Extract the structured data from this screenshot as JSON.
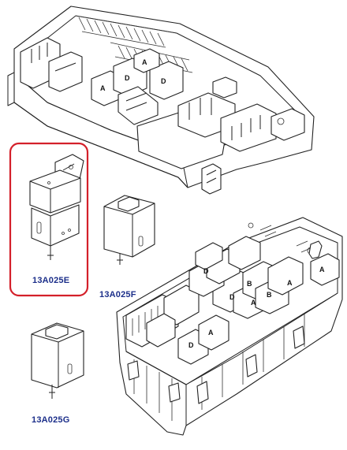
{
  "diagram": {
    "parts": [
      {
        "id": "13A025E",
        "label": "13A025E",
        "highlighted": true
      },
      {
        "id": "13A025F",
        "label": "13A025F",
        "highlighted": false
      },
      {
        "id": "13A025G",
        "label": "13A025G",
        "highlighted": false
      }
    ],
    "upper_box_slots": [
      "A",
      "D",
      "D",
      "A"
    ],
    "lower_box_slots": [
      "A",
      "B",
      "A",
      "B",
      "D",
      "A",
      "D",
      "A",
      "D"
    ],
    "colors": {
      "highlight_frame": "#d4202a",
      "label_text": "#1c2f8a",
      "line_art": "#222222"
    }
  }
}
